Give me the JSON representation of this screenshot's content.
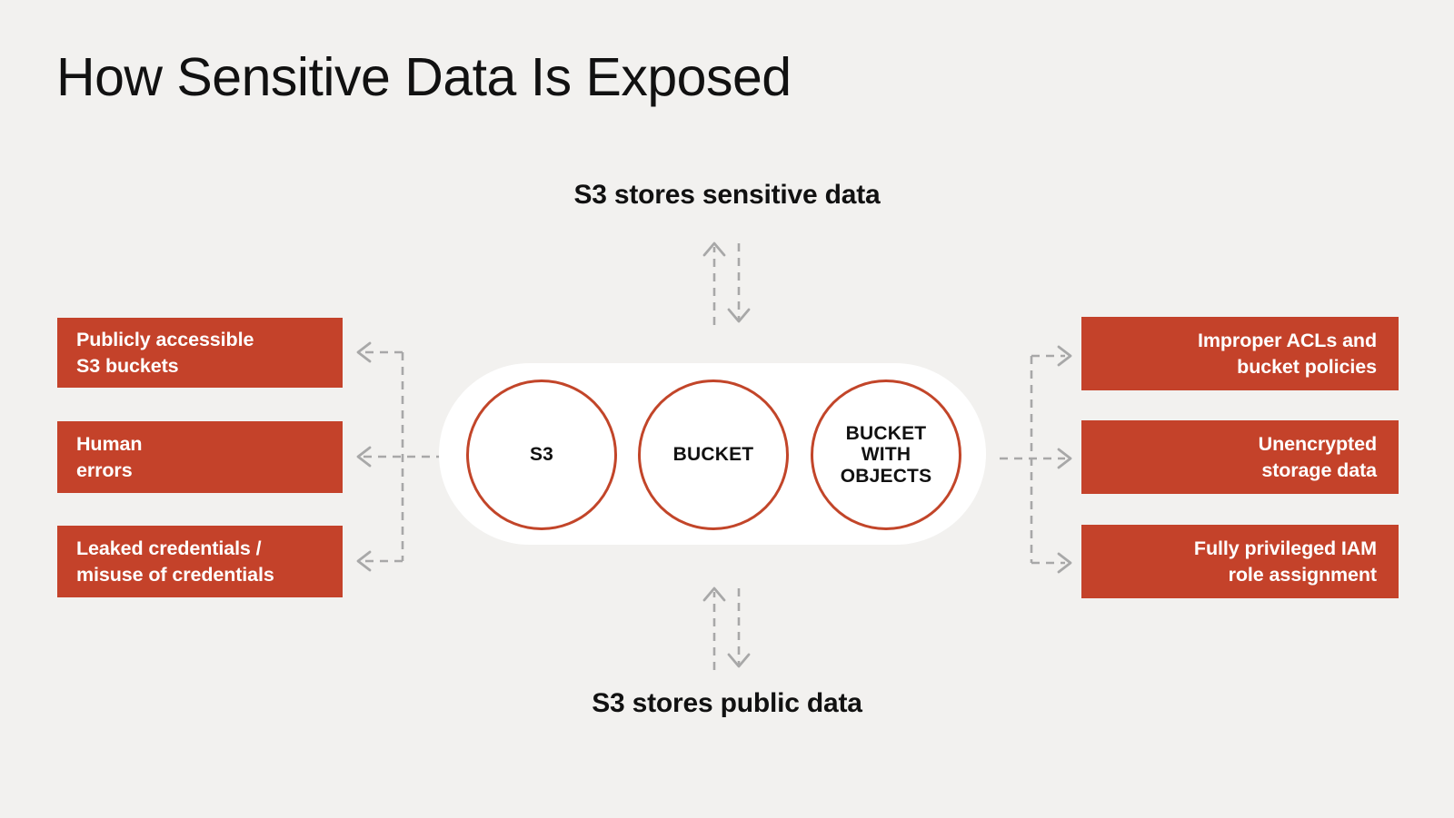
{
  "page": {
    "title": "How Sensitive Data Is Exposed",
    "background_color": "#f2f1ef",
    "accent_color": "#c4422a",
    "connector_color": "#a8a8a8",
    "text_color": "#111111"
  },
  "captions": {
    "top": "S3 stores sensitive data",
    "bottom": "S3 stores public data"
  },
  "center": {
    "circles": [
      {
        "id": "s3",
        "label": "S3"
      },
      {
        "id": "bucket",
        "label": "BUCKET"
      },
      {
        "id": "bucket-with-objects",
        "label": "BUCKET\nWITH\nOBJECTS"
      }
    ]
  },
  "left_items": [
    {
      "label": "Publicly accessible\nS3 buckets"
    },
    {
      "label": "Human\nerrors"
    },
    {
      "label": "Leaked credentials /\nmisuse of credentials"
    }
  ],
  "right_items": [
    {
      "label": "Improper ACLs and\nbucket policies"
    },
    {
      "label": "Unencrypted\nstorage data"
    },
    {
      "label": "Fully privileged IAM\nrole assignment"
    }
  ],
  "connectors": {
    "top_arrow_up": "arrow-up-icon",
    "top_arrow_down": "arrow-down-icon",
    "bottom_arrow_up": "arrow-up-icon",
    "bottom_arrow_down": "arrow-down-icon",
    "left_arrows": "arrow-left-icon",
    "right_arrows": "arrow-right-icon"
  }
}
